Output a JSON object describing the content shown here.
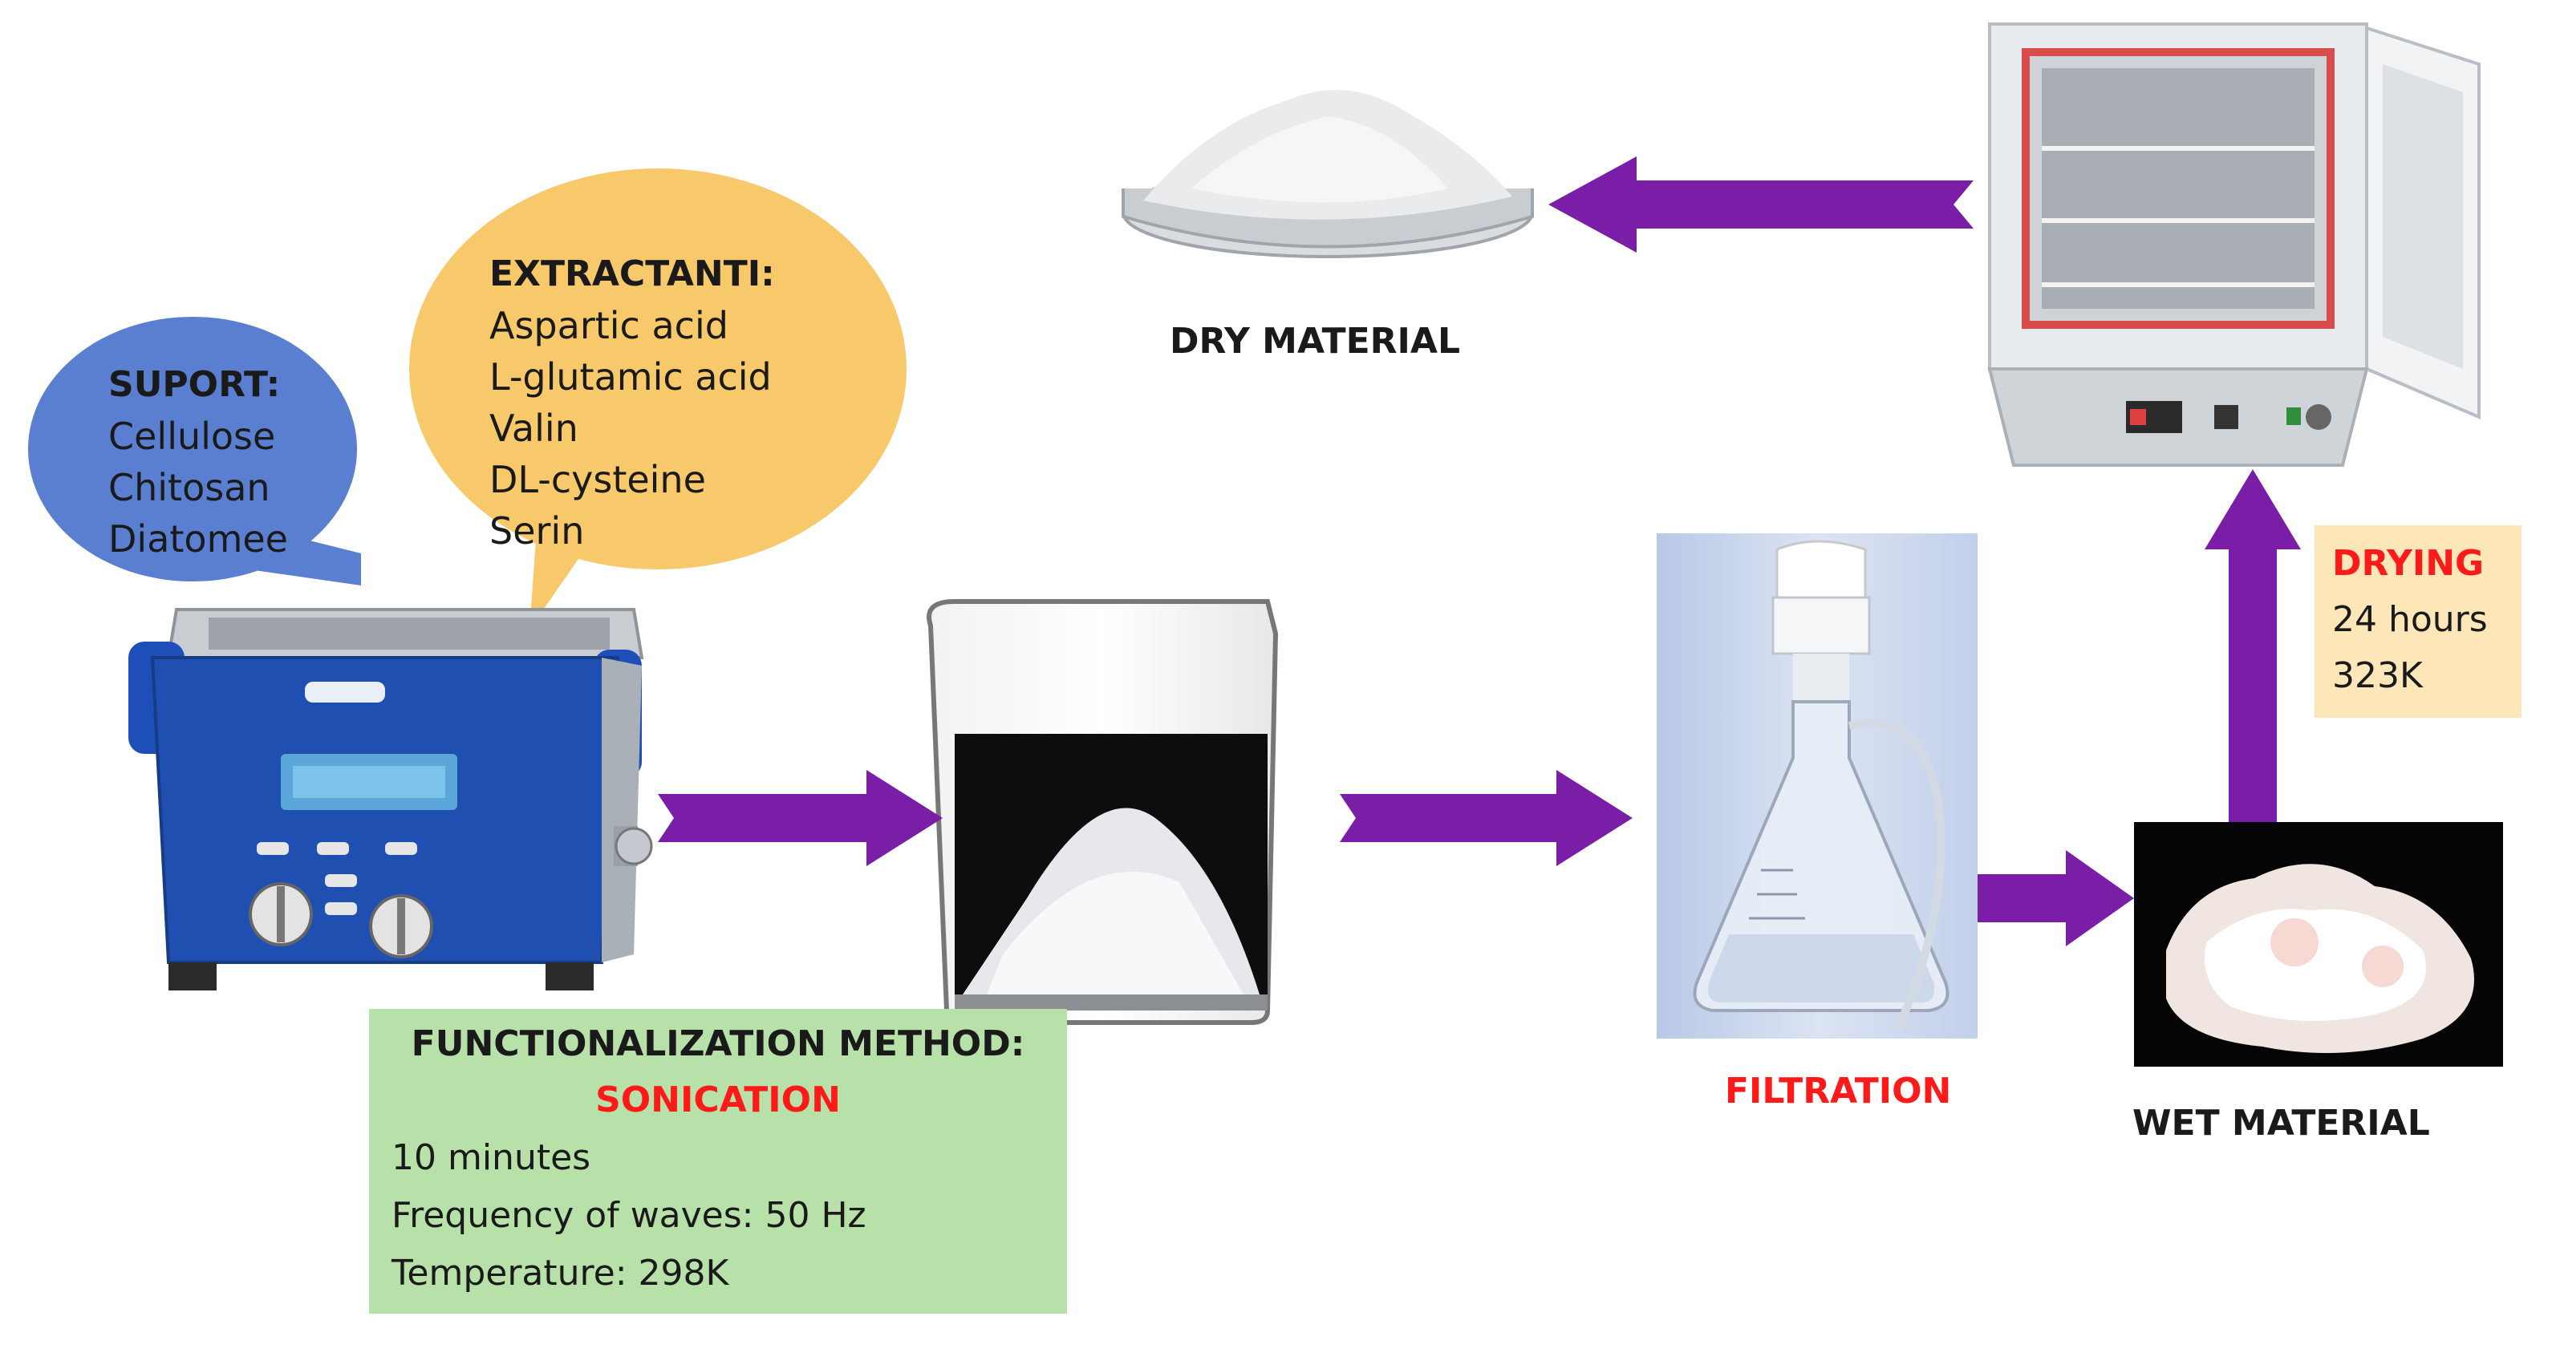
{
  "suport": {
    "title": "SUPORT:",
    "items": [
      "Cellulose",
      "Chitosan",
      "Diatomee"
    ]
  },
  "extractanti": {
    "title": "EXTRACTANTI:",
    "items": [
      "Aspartic acid",
      "L-glutamic acid",
      "Valin",
      "DL-cysteine",
      "Serin"
    ]
  },
  "method": {
    "title": "FUNCTIONALIZATION METHOD:",
    "highlight": "SONICATION",
    "details": [
      "10 minutes",
      "Frequency of waves: 50 Hz",
      "Temperature: 298K"
    ]
  },
  "steps": {
    "filtration": "FILTRATION",
    "wet_material": "WET MATERIAL",
    "dry_material": "DRY MATERIAL"
  },
  "drying": {
    "title": "DRYING",
    "details": [
      "24 hours",
      "323K"
    ]
  },
  "colors": {
    "arrow": "#7a1ea8",
    "suport_bubble": "#5b7fd0",
    "extractanti_bubble": "#f7c96b",
    "method_box": "#b7e1a8",
    "drying_box": "#fde6b8",
    "red_text": "#ff1a1a"
  },
  "icons": [
    "ultrasonic-bath-icon",
    "beaker-powder-icon",
    "filtration-flask-icon",
    "wet-material-icon",
    "drying-oven-icon",
    "petri-dish-icon"
  ]
}
